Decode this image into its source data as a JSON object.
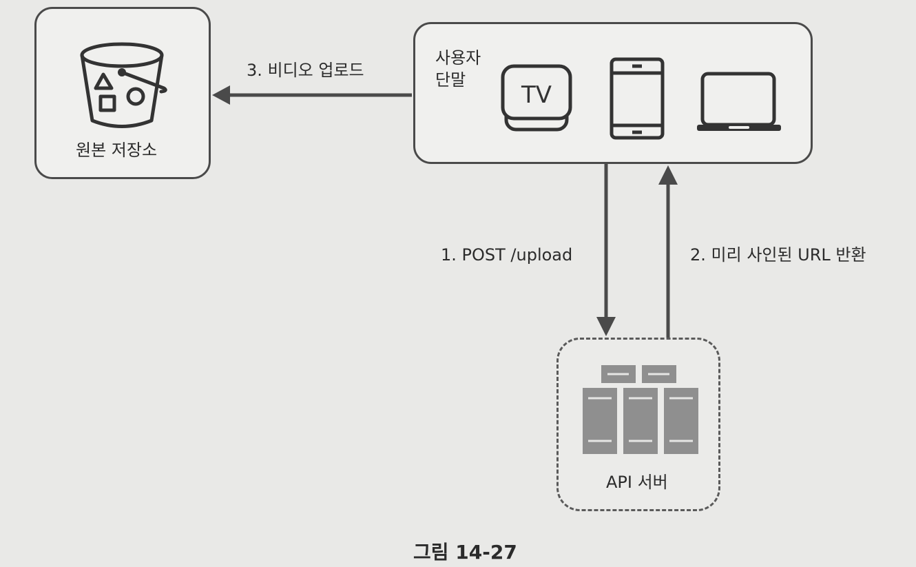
{
  "nodes": {
    "storage": {
      "label": "원본 저장소"
    },
    "client": {
      "label_line1": "사용자",
      "label_line2": "단말",
      "tv_text": "TV"
    },
    "api": {
      "label": "API 서버"
    }
  },
  "edges": {
    "upload_request": "1. POST /upload",
    "presigned_url": "2. 미리 사인된 URL 반환",
    "video_upload": "3. 비디오 업로드"
  },
  "caption": "그림 14-27",
  "icons": [
    "bucket-icon",
    "tv-icon",
    "tablet-icon",
    "laptop-icon",
    "server-rack-icon"
  ],
  "colors": {
    "line": "#4a4a4a",
    "server": "#8f8f8f",
    "background": "#e9e9e7"
  }
}
